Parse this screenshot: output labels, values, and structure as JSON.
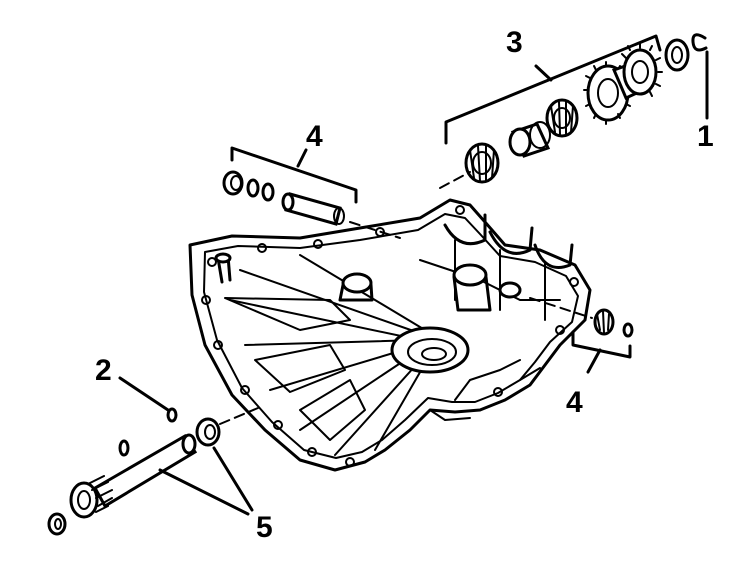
{
  "diagram": {
    "callouts": [
      {
        "id": "1",
        "text": "1"
      },
      {
        "id": "2",
        "text": "2"
      },
      {
        "id": "3",
        "text": "3"
      },
      {
        "id": "4a",
        "text": "4"
      },
      {
        "id": "4b",
        "text": "4"
      },
      {
        "id": "5",
        "text": "5"
      }
    ],
    "colors": {
      "line": "#000000",
      "background": "#ffffff"
    }
  }
}
